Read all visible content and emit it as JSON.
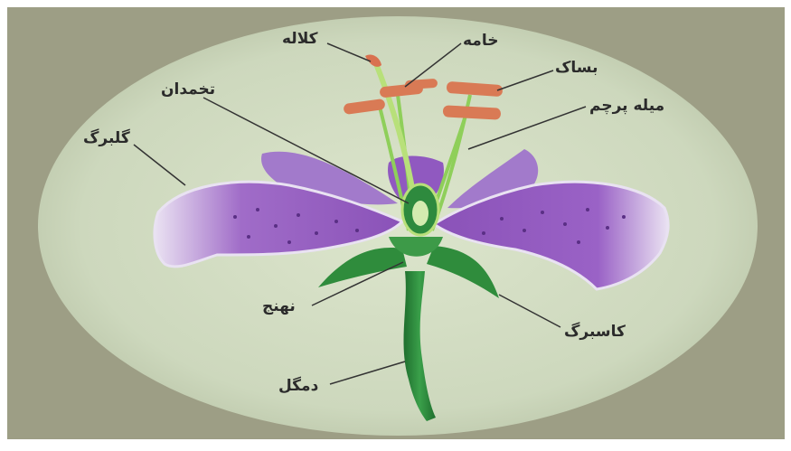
{
  "diagram": {
    "labels": {
      "stigma": "کلاله",
      "style": "خامه",
      "anther": "بساک",
      "filament": "میله پرچم",
      "ovary": "تخمدان",
      "petal": "گلبرگ",
      "receptacle": "نهنج",
      "sepal": "کاسبرگ",
      "pedicel": "دمگل"
    },
    "colors": {
      "frame": "#9d9e85",
      "oval": "#cfdabf",
      "petal": "#9a62c6",
      "stem": "#2e8a3e",
      "stamen": "#d97a55",
      "label_text": "#2b2b2b",
      "leader_line": "#333333"
    }
  }
}
